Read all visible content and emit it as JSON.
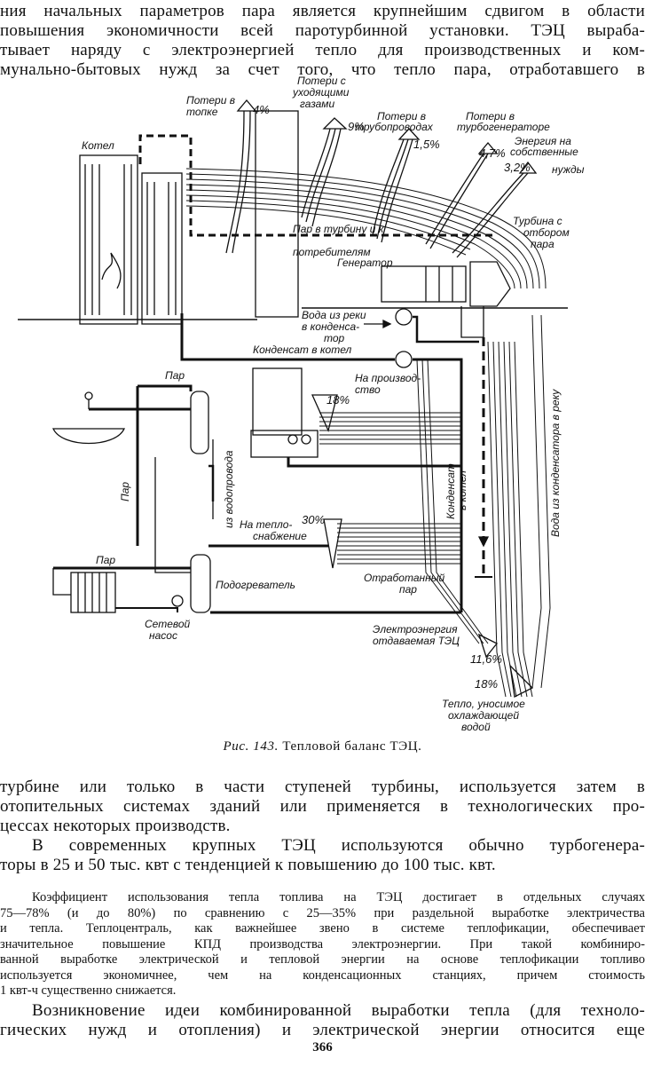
{
  "top_paragraph": [
    "ния начальных параметров пара является крупнейшим сдвигом в области",
    "повышения экономичности всей паротурбинной установки. ТЭЦ выраба-",
    "тывает наряду с электроэнергией тепло для производственных и ком-",
    "мунально-бытовых нужд за счет того, что тепло пара, отработавшего в"
  ],
  "figure": {
    "labels": {
      "boiler_losses": [
        "Потери в",
        "топке"
      ],
      "boiler_losses_pct": "4%",
      "flue_losses": [
        "Потери с",
        "уходящими",
        "газами"
      ],
      "flue_losses_pct": "9%",
      "pipeline_losses": [
        "Потери в",
        "трубопроводах"
      ],
      "pipeline_losses_pct": "1,5%",
      "turbogen_losses": [
        "Потери в",
        "турбогенераторе"
      ],
      "turbogen_losses_pct": "4,7%",
      "own_needs": [
        "Энергия на",
        "собственные"
      ],
      "own_needs_pct": "3,2%",
      "own_needs_tail": "нужды",
      "boiler": "Котел",
      "turbine": [
        "Турбина с",
        "отбором",
        "пара"
      ],
      "steam_to_turbine": [
        "Пар в турбину и к",
        "потребителям"
      ],
      "generator": "Генератор",
      "river_water": [
        "Вода из реки",
        "в конденса-",
        "тор"
      ],
      "condensate_to_boiler": "Конденсат в котел",
      "steam": "Пар",
      "to_production": [
        "На производ-",
        "ство"
      ],
      "production_pct": "18%",
      "from_water_supply": "из водопровода",
      "steam_vertical": "Пар",
      "steam_left": "Пар",
      "to_heating": [
        "На тепло-",
        "снабжение"
      ],
      "heating_pct": "30%",
      "heater": "Подогреватель",
      "network_pump": [
        "Сетевой",
        "насос"
      ],
      "condensate_vertical": [
        "Конденсат",
        "в котел"
      ],
      "river_water_vertical": "Вода из конденсатора в реку",
      "exhaust_steam": [
        "Отработанный",
        "пар"
      ],
      "electricity": [
        "Электроэнергия",
        "отдаваемая ТЭЦ"
      ],
      "electricity_pct": "11,6%",
      "cooling_pct": "18%",
      "cooling_heat": [
        "Тепло, уносимое",
        "охлаждающей",
        "водой"
      ]
    }
  },
  "caption": {
    "prefix": "Рис. 143.",
    "text": "Тепловой баланс ТЭЦ."
  },
  "paragraph_after_figure": [
    "турбине или только в части ступеней турбины, используется затем в",
    "отопительных системах зданий или применяется в технологических про-",
    "цессах некоторых производств."
  ],
  "paragraph_2": [
    "В современных крупных ТЭЦ используются обычно турбогенера-",
    "торы в 25 и 50 тыс. квт с тенденцией к повышению до 100 тыс. квт."
  ],
  "small_print": [
    "Коэффициент использования тепла топлива на ТЭЦ достигает в отдельных случаях",
    "75—78% (и до 80%) по сравнению с 25—35% при раздельной выработке электричества",
    "и тепла. Теплоцентраль, как важнейшее звено в системе теплофикации, обеспечивает",
    "значительное повышение КПД производства электроэнергии. При такой комбиниро-",
    "ванной выработке электрической и тепловой энергии на основе теплофикации топливо",
    "используется экономичнее, чем на конденсационных станциях, причем стоимость",
    "1 квт-ч существенно снижается."
  ],
  "paragraph_3": [
    "Возникновение идеи комбинированной выработки тепла (для техноло-",
    "гических нужд и отопления) и электрической энергии относится еще"
  ],
  "page_number": "366"
}
